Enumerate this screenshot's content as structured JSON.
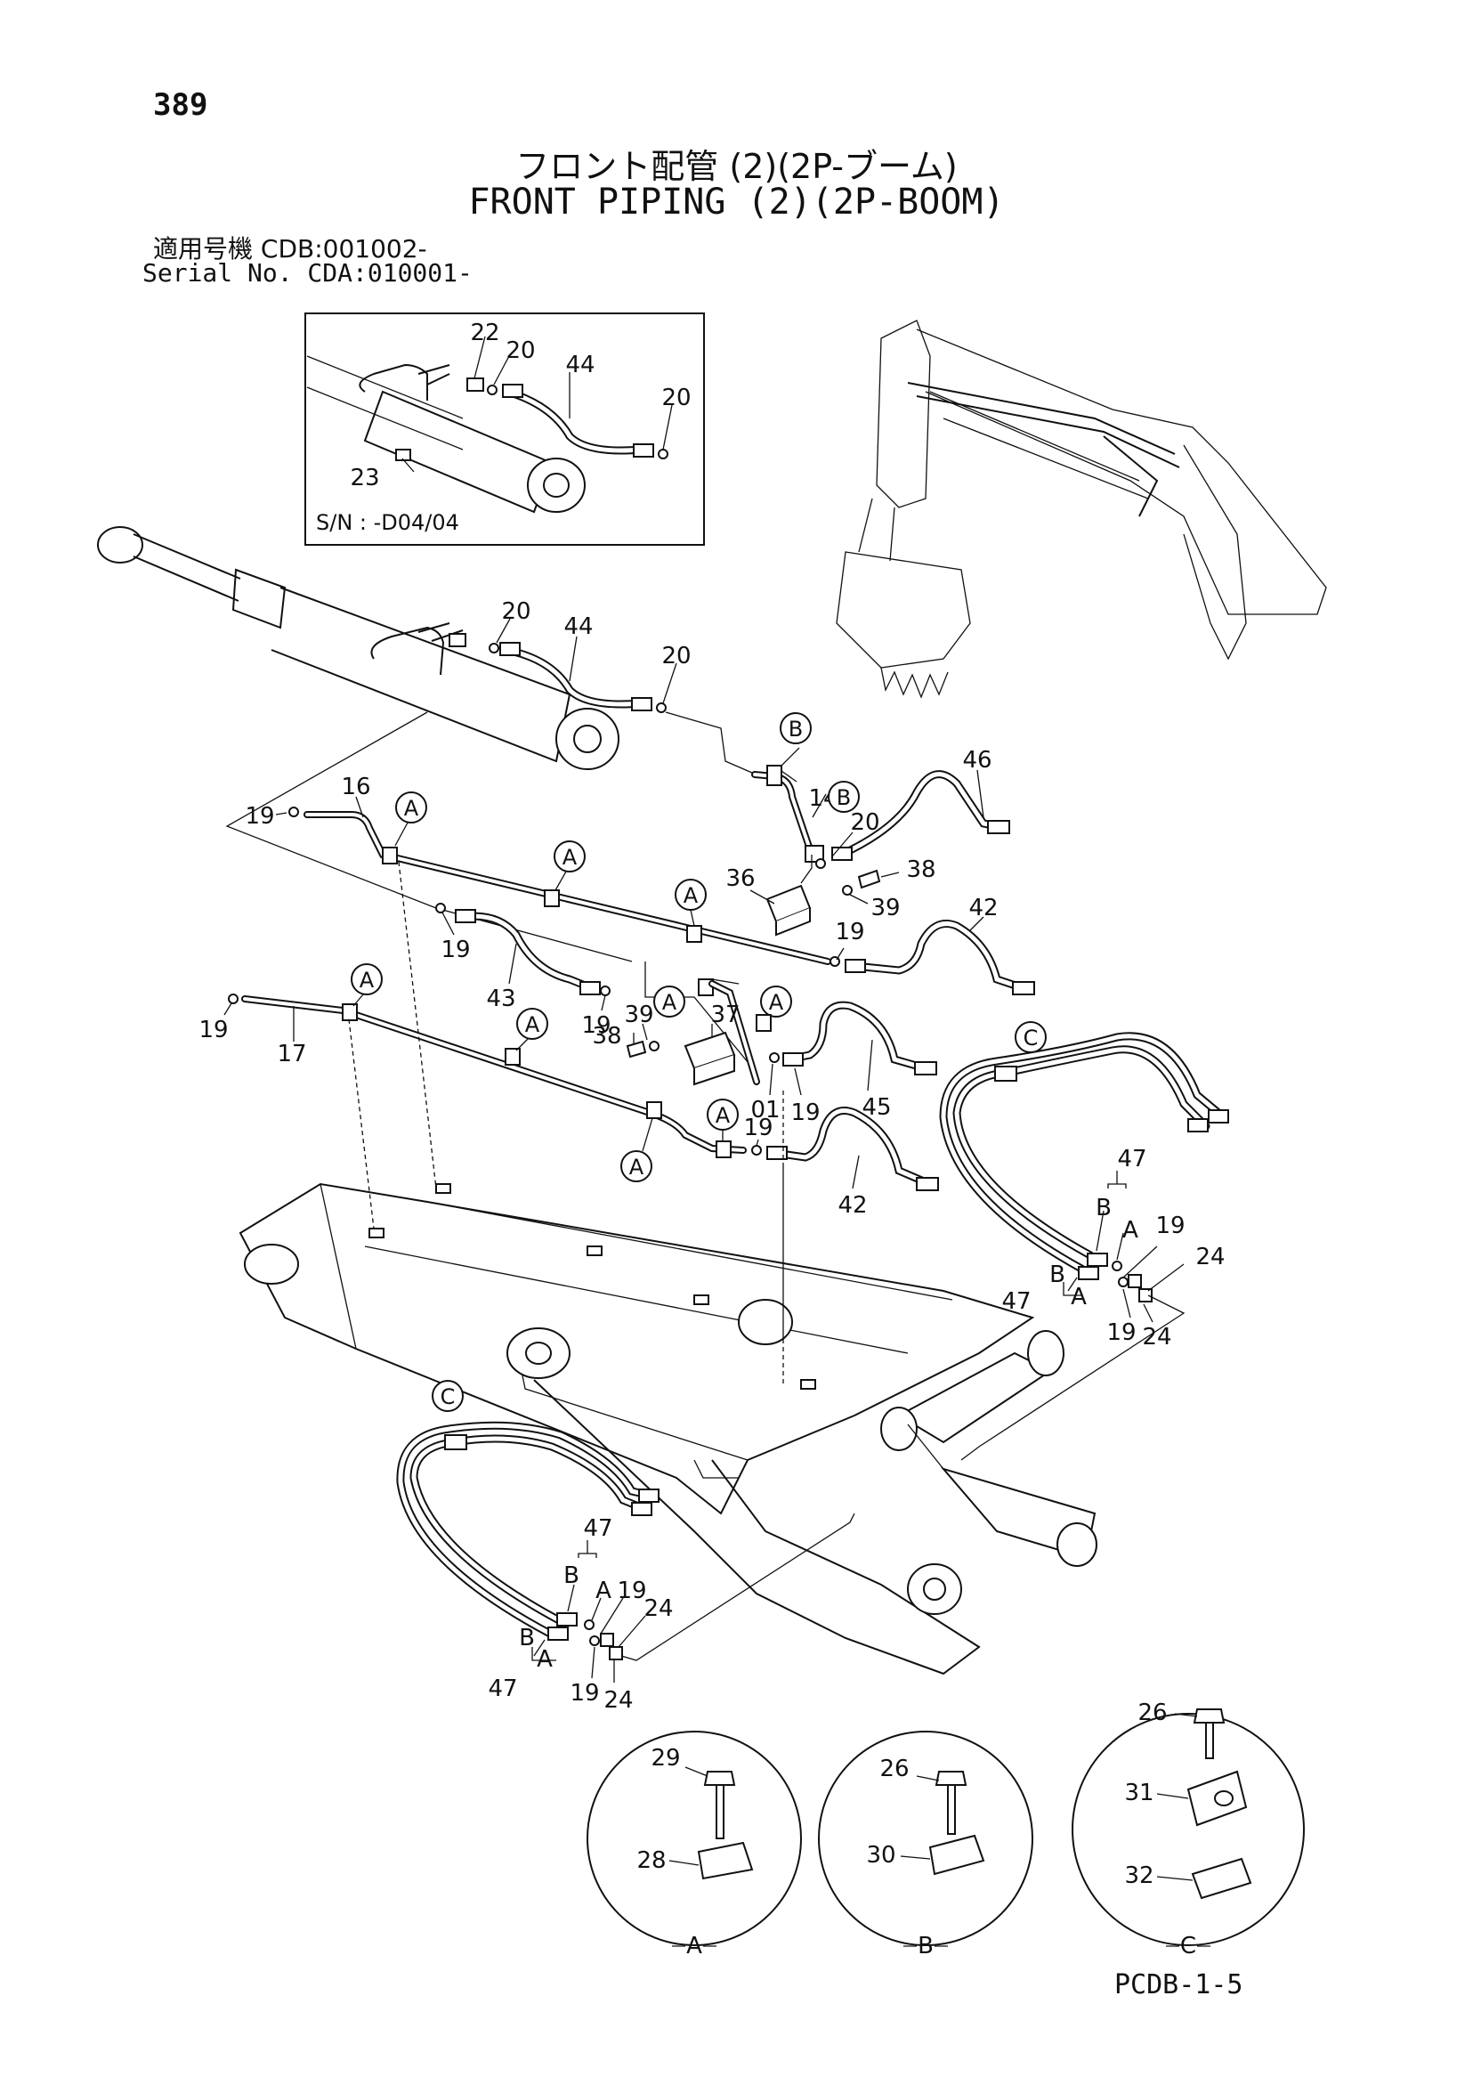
{
  "header": {
    "page_number": "389",
    "title_jp": "フロント配管 (2)(2P-ブーム)",
    "title_en": "FRONT PIPING (2)(2P-BOOM)",
    "serial_jp": "適用号機  CDB:001002-",
    "serial_en": "Serial No. CDA:010001-"
  },
  "inset": {
    "serial_note": "S/N : -D04/04"
  },
  "callouts": {
    "c01": "22",
    "c02": "20",
    "c03": "44",
    "c04": "20",
    "c05": "23",
    "c06": "20",
    "c07": "44",
    "c08": "20",
    "c09": "14",
    "c10": "46",
    "c11": "16",
    "c12": "19",
    "c13": "20",
    "c14": "38",
    "c15": "36",
    "c16": "39",
    "c17": "42",
    "c18": "19",
    "c19": "19",
    "c20": "43",
    "c21": "19",
    "c22": "39",
    "c23": "37",
    "c24": "38",
    "c25": "19",
    "c26": "17",
    "c27": "45",
    "c28": "19",
    "c29": "01",
    "c30": "19",
    "c31": "42",
    "c32": "47",
    "c33": "B",
    "c34": "A",
    "c35": "19",
    "c36": "24",
    "c37": "B",
    "c38": "A",
    "c39": "47",
    "c40": "19",
    "c41": "24",
    "c42": "47",
    "c43": "B",
    "c44": "A",
    "c45": "19",
    "c46": "24",
    "c47": "B",
    "c48": "A",
    "c49": "47",
    "c50": "19",
    "c51": "24",
    "c52": "29",
    "c53": "28",
    "c54": "26",
    "c55": "30",
    "c56": "26",
    "c57": "31",
    "c58": "32"
  },
  "reference_markers": {
    "r01": "B",
    "r02": "B",
    "r03": "A",
    "r04": "A",
    "r05": "A",
    "r06": "A",
    "r07": "A",
    "r08": "A",
    "r09": "A",
    "r10": "A",
    "r11": "A",
    "r12": "C",
    "r13": "C"
  },
  "detail_views": [
    {
      "label": "A"
    },
    {
      "label": "B"
    },
    {
      "label": "C"
    }
  ],
  "footer": {
    "doc_code": "PCDB-1-5"
  }
}
